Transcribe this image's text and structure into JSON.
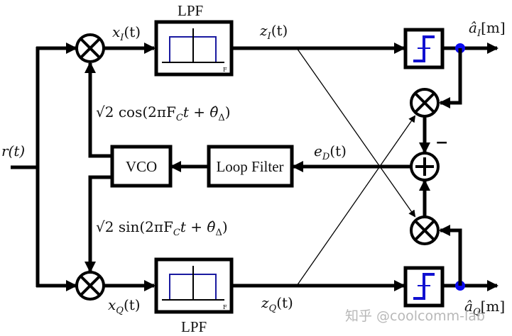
{
  "diagram": {
    "title": "Costas loop carrier recovery with decision feedback",
    "input_signal": "r(t)",
    "blocks": {
      "lpf_top": "LPF",
      "lpf_bottom": "LPF",
      "lpf_axis_label": "F",
      "vco": "VCO",
      "loop_filter": "Loop Filter"
    },
    "signals": {
      "x_i": "x",
      "x_i_sub": "I",
      "x_q": "x",
      "x_q_sub": "Q",
      "z_i": "z",
      "z_i_sub": "I",
      "z_q": "z",
      "z_q_sub": "Q",
      "arg_t": "(t)",
      "error": "e",
      "error_sub": "D",
      "a_i": "â",
      "a_i_sub": "I",
      "a_q": "â",
      "a_q_sub": "Q",
      "index_m": "[m]",
      "cos_ref": "√2 cos(2πF",
      "sin_ref": "√2 sin(2πF",
      "ref_sub_c": "C",
      "ref_tail": "t + θ̂",
      "ref_delta": "Δ",
      "ref_close": ")"
    },
    "adder_signs": {
      "top": "−",
      "bottom": "+"
    },
    "colors": {
      "line": "#000000",
      "filter_response": "#1a1aa0",
      "slicer": "#1010d0",
      "junction_dot": "#0a0af0",
      "watermark": "#b8b8b8"
    },
    "watermark": "知乎 @coolcomm-lab"
  }
}
